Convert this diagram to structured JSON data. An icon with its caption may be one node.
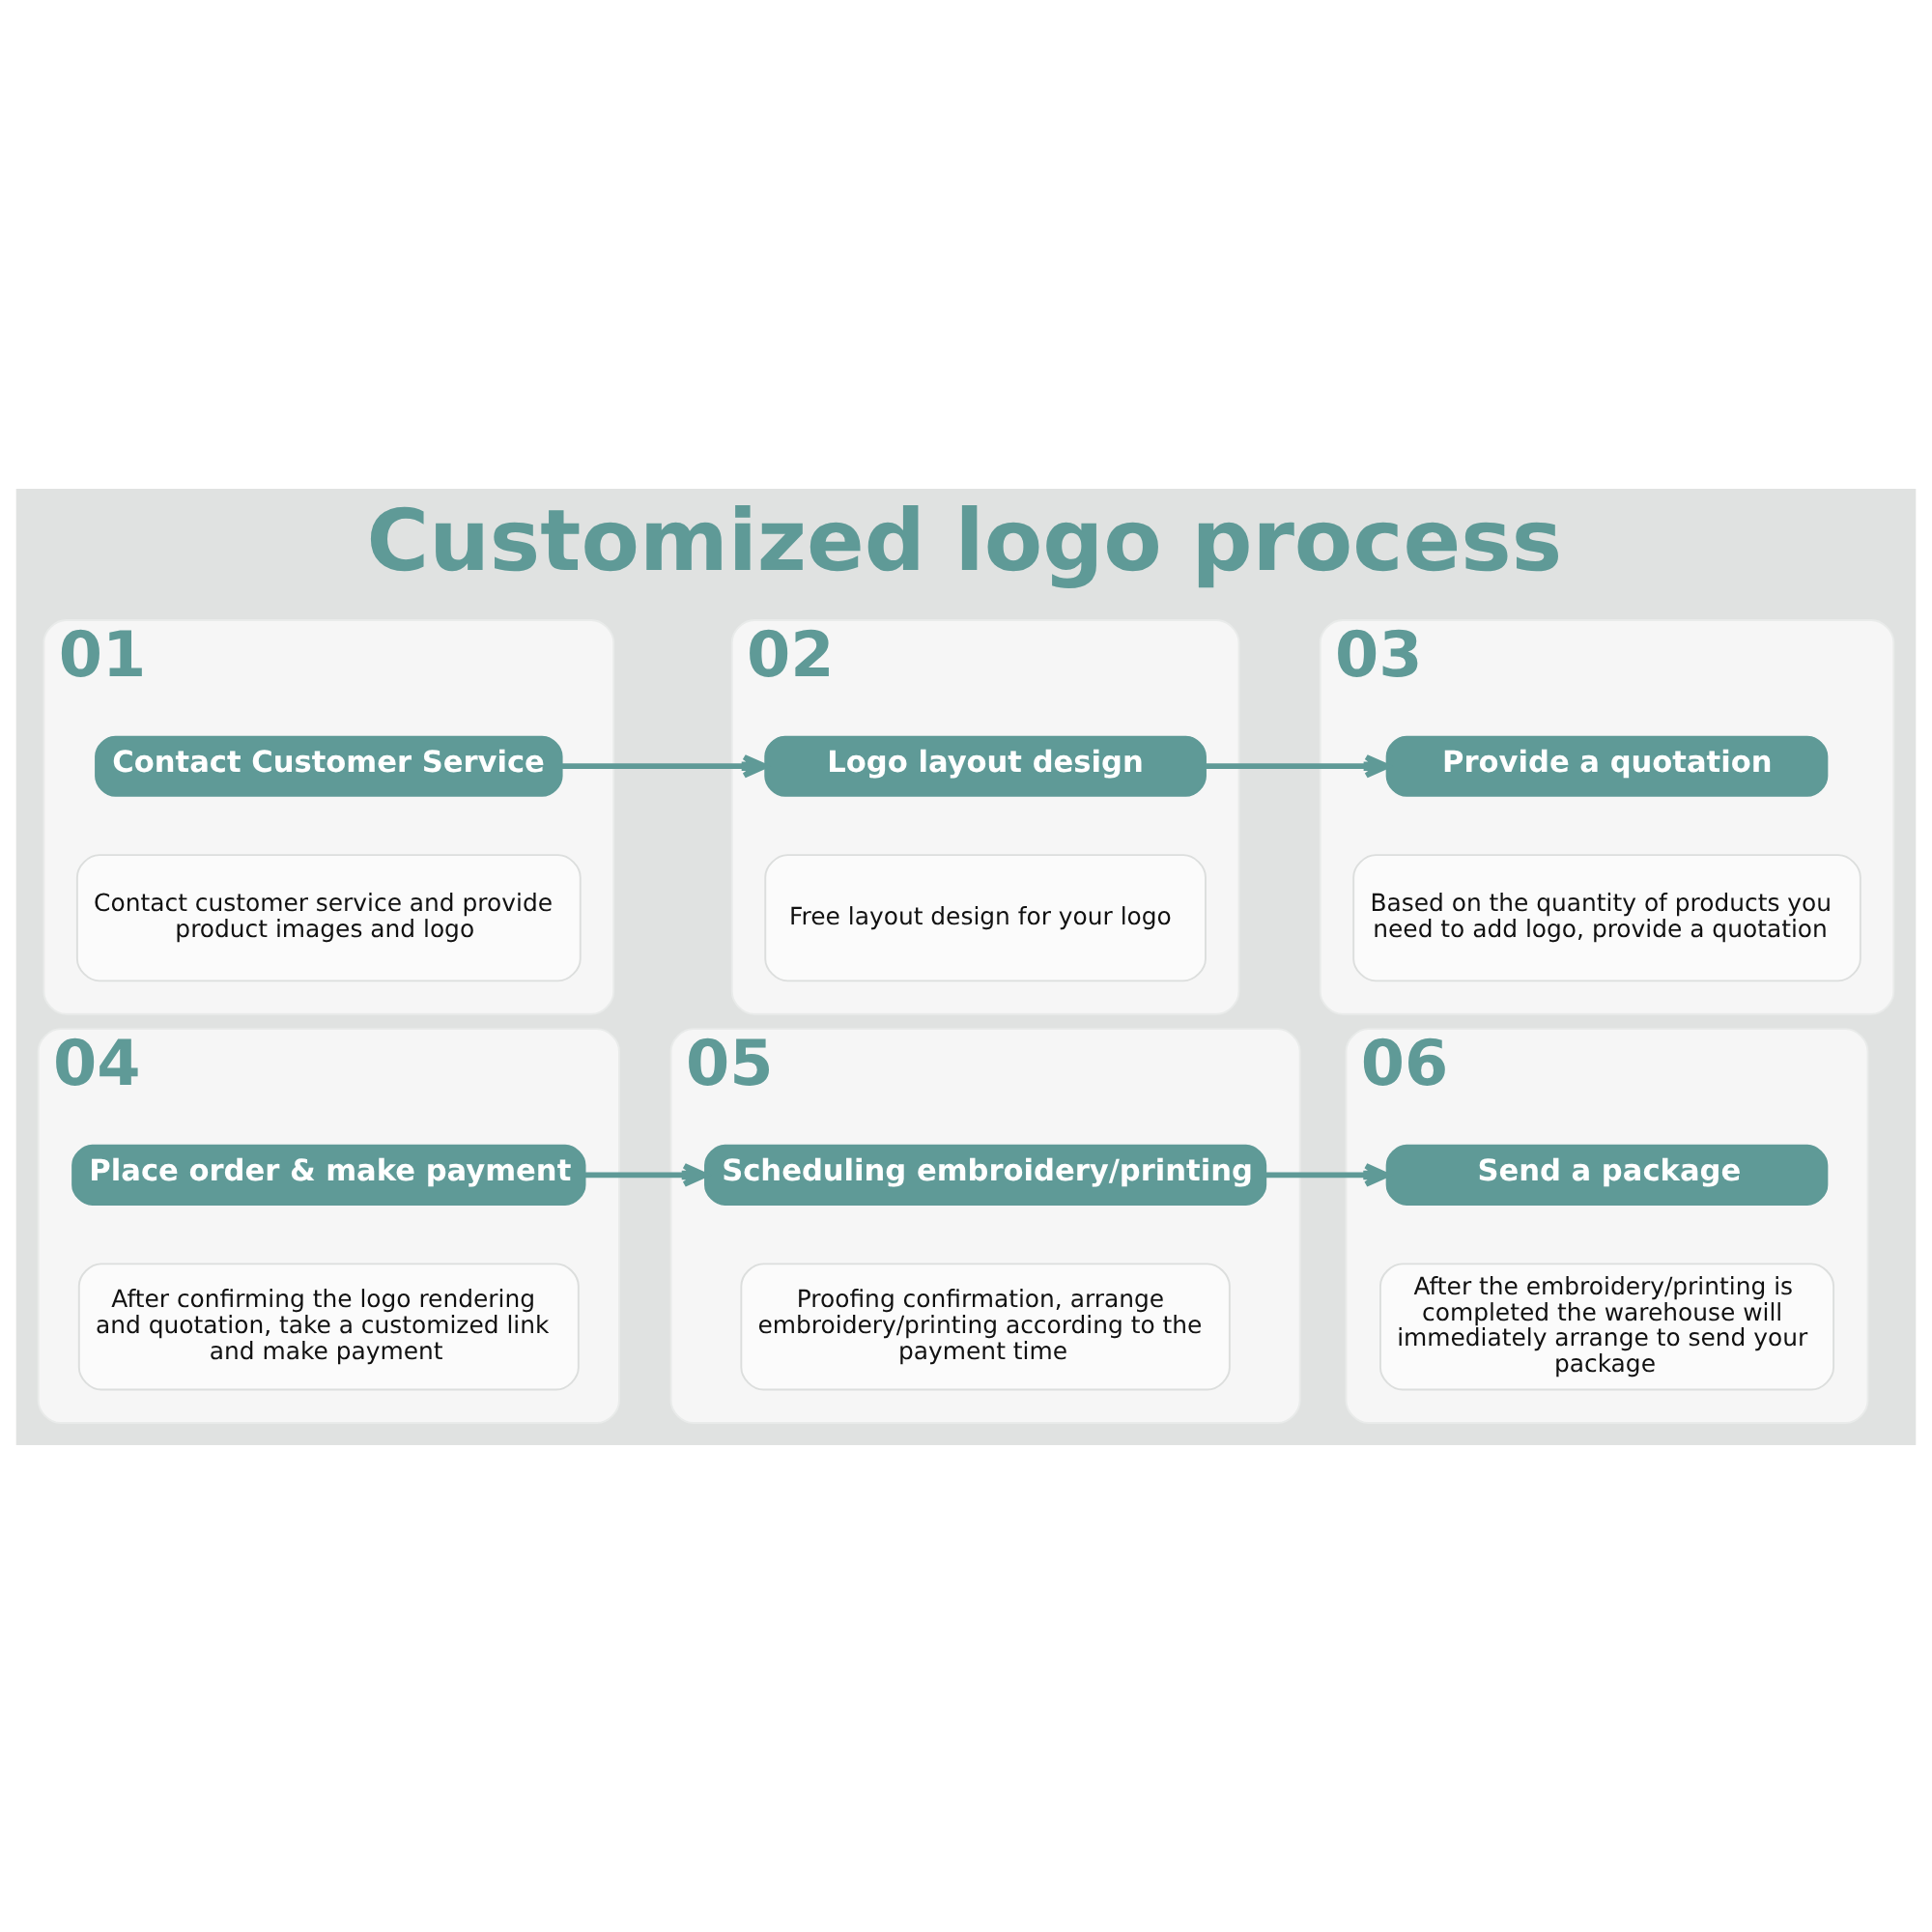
{
  "diagram": {
    "title": "Customized logo process",
    "nodes": [
      {
        "text": [
          "01"
        ]
      },
      {
        "text": [
          "Contact Customer Service"
        ],
        "in": 0
      },
      {
        "text": [
          "Contact customer service and provide product images and logo"
        ],
        "in": 0
      },
      {
        "text": [
          "02"
        ]
      },
      {
        "text": [
          "Logo layout design"
        ],
        "in": 3
      },
      {
        "text": [
          "Free layout design for your logo"
        ],
        "in": 3
      },
      {
        "text": [
          "03"
        ]
      },
      {
        "text": [
          "Provide a quotation"
        ],
        "in": 6
      },
      {
        "text": [
          "Based on the quantity of products you need to add logo, provide a quotation"
        ],
        "in": 6
      },
      {
        "text": [
          "04"
        ]
      },
      {
        "text": [
          "Place order & make payment"
        ],
        "in": 9
      },
      {
        "text": [
          "After confirming the logo rendering and quotation, take a customized link and make payment"
        ],
        "in": 9
      },
      {
        "text": [
          "05"
        ]
      },
      {
        "text": [
          "Scheduling embroidery/printing"
        ],
        "in": 12
      },
      {
        "text": [
          "Proofing confirmation, arrange embroidery/printing according to the payment time"
        ],
        "in": 12
      },
      {
        "text": [
          "06"
        ]
      },
      {
        "text": [
          "Send a package"
        ],
        "in": 15
      },
      {
        "text": [
          "After the embroidery/printing is completed the warehouse will immediately arrange to send your package"
        ],
        "in": 15
      }
    ],
    "edges": [
      {
        "from": 1,
        "to": 4,
        "arrow": "to"
      },
      {
        "from": 4,
        "to": 7,
        "arrow": "to"
      },
      {
        "from": 10,
        "to": 13,
        "arrow": "to"
      },
      {
        "from": 13,
        "to": 16,
        "arrow": "to"
      }
    ]
  }
}
